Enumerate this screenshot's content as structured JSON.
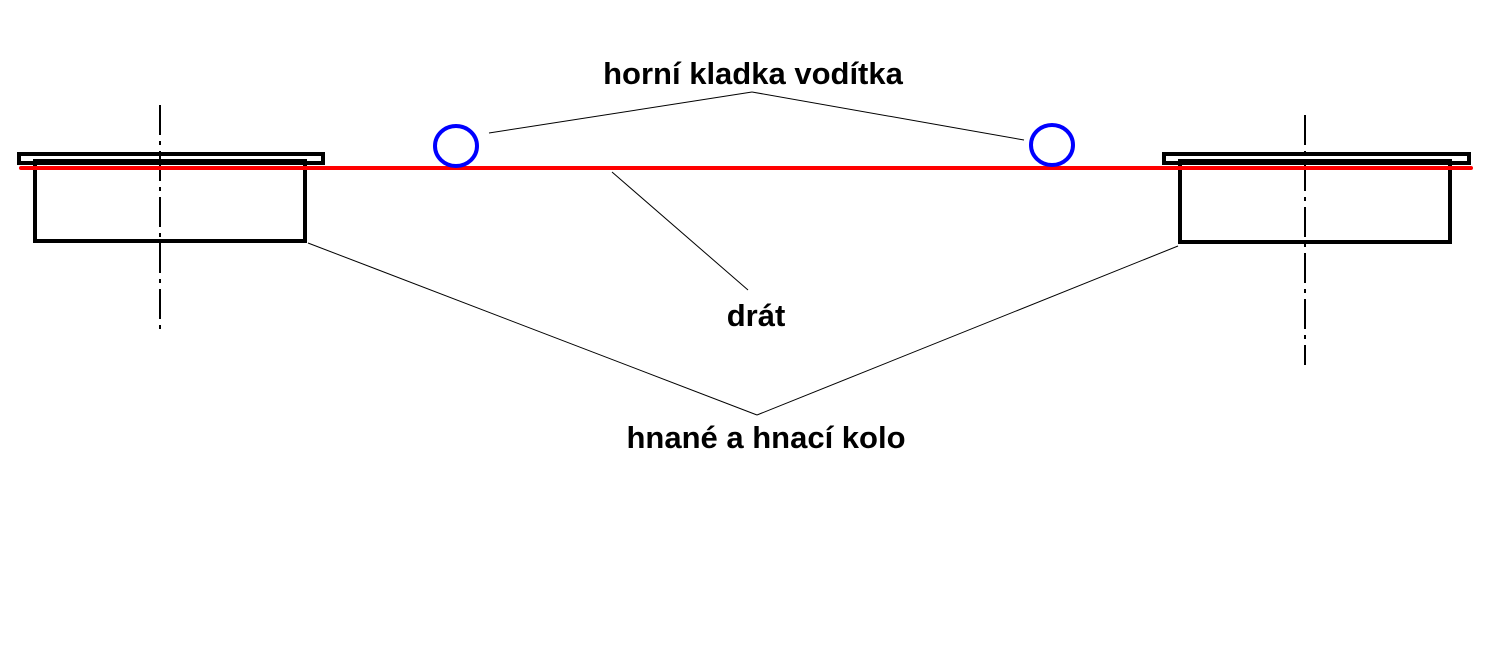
{
  "labels": {
    "guide_pulleys": "horní kladka vodítka",
    "wire": "drát",
    "wheels": "hnané a hnací kolo"
  },
  "colors": {
    "wire": "#ff0000",
    "pulley": "#0000ff",
    "outline": "#000000"
  }
}
